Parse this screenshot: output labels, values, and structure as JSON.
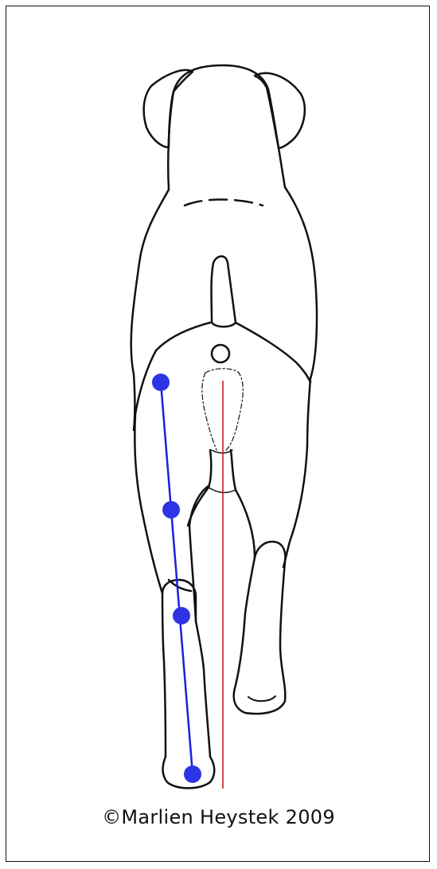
{
  "illustration": {
    "subject": "dog rear view, walking",
    "colors": {
      "outline": "#111111",
      "alignment_line": "#1f1fe0",
      "joint_marker": "#2f33e6",
      "center_line": "#c81e1e"
    },
    "joint_markers_count": 4
  },
  "copyright": "©Marlien Heystek 2009"
}
